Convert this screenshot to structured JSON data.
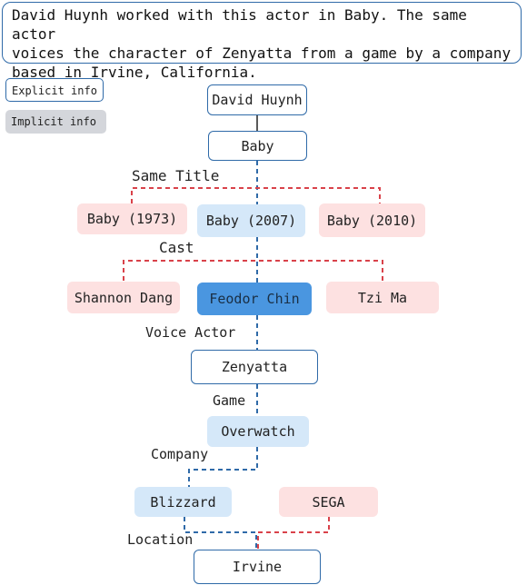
{
  "question": "David Huynh worked with this actor in Baby. The same actor\nvoices the character of Zenyatta from a game by a company\nbased in Irvine, California.",
  "legend": {
    "explicit": "Explicit info",
    "implicit": "Implicit info"
  },
  "nodes": {
    "david_huynh": "David Huynh",
    "baby": "Baby",
    "baby_1973": "Baby (1973)",
    "baby_2007": "Baby (2007)",
    "baby_2010": "Baby (2010)",
    "shannon_dang": "Shannon Dang",
    "feodor_chin": "Feodor Chin",
    "tzi_ma": "Tzi Ma",
    "zenyatta": "Zenyatta",
    "overwatch": "Overwatch",
    "blizzard": "Blizzard",
    "sega": "SEGA",
    "irvine": "Irvine"
  },
  "edge_labels": {
    "same_title": "Same Title",
    "cast": "Cast",
    "voice_actor": "Voice Actor",
    "game": "Game",
    "company": "Company",
    "location": "Location"
  },
  "colors": {
    "explicit_border": "#2f6aa8",
    "blue_path": "#2f6aa8",
    "red_path": "#d9424a",
    "implicit_fill": "#d4d6db",
    "blue_light": "#d5e8f9",
    "red_light": "#fde1e1",
    "blue_dark": "#4a96e0"
  }
}
